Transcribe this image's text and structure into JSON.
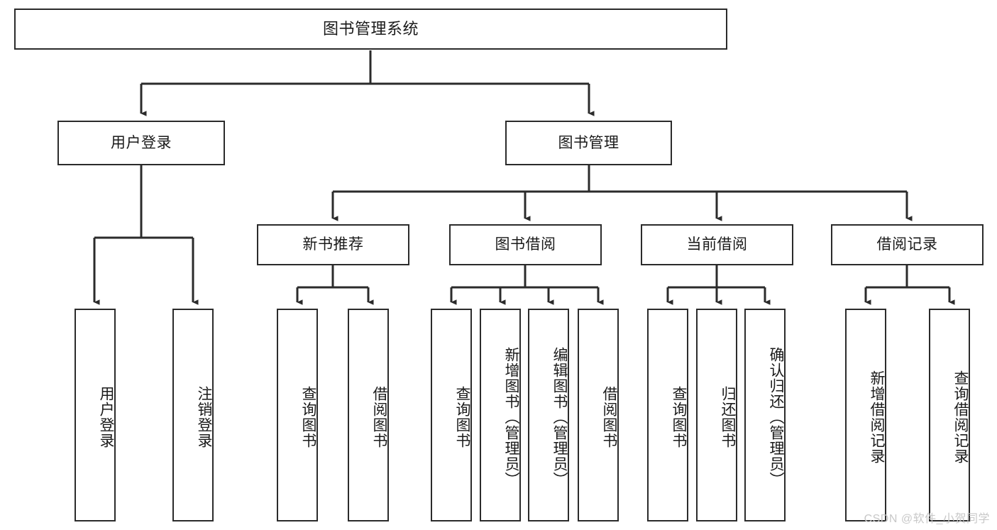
{
  "diagram": {
    "title": "图书管理系统",
    "type": "tree",
    "orientation": "top-down",
    "watermark": "CSDN @软件_小贺同学",
    "colors": {
      "border": "#2b2b2b",
      "background": "#ffffff",
      "text": "#1a1a1a",
      "connector": "#2b2b2b",
      "watermark": "#c8c8c8"
    }
  },
  "root": {
    "label": "图书管理系统"
  },
  "level2": [
    {
      "label": "用户登录"
    },
    {
      "label": "图书管理"
    }
  ],
  "level3": [
    {
      "label": "新书推荐"
    },
    {
      "label": "图书借阅"
    },
    {
      "label": "当前借阅"
    },
    {
      "label": "借阅记录"
    }
  ],
  "leaves": {
    "user_login": [
      {
        "label": "用户登录"
      },
      {
        "label": "注销登录"
      }
    ],
    "new_book_recommend": [
      {
        "label": "查询图书"
      },
      {
        "label": "借阅图书"
      }
    ],
    "book_borrow": [
      {
        "label": "查询图书"
      },
      {
        "label": "新增图书（管理员）"
      },
      {
        "label": "编辑图书（管理员）"
      },
      {
        "label": "借阅图书"
      }
    ],
    "current_borrow": [
      {
        "label": "查询图书"
      },
      {
        "label": "归还图书"
      },
      {
        "label": "确认归还（管理员）"
      }
    ],
    "borrow_record": [
      {
        "label": "新增借阅记录"
      },
      {
        "label": "查询借阅记录"
      }
    ]
  }
}
